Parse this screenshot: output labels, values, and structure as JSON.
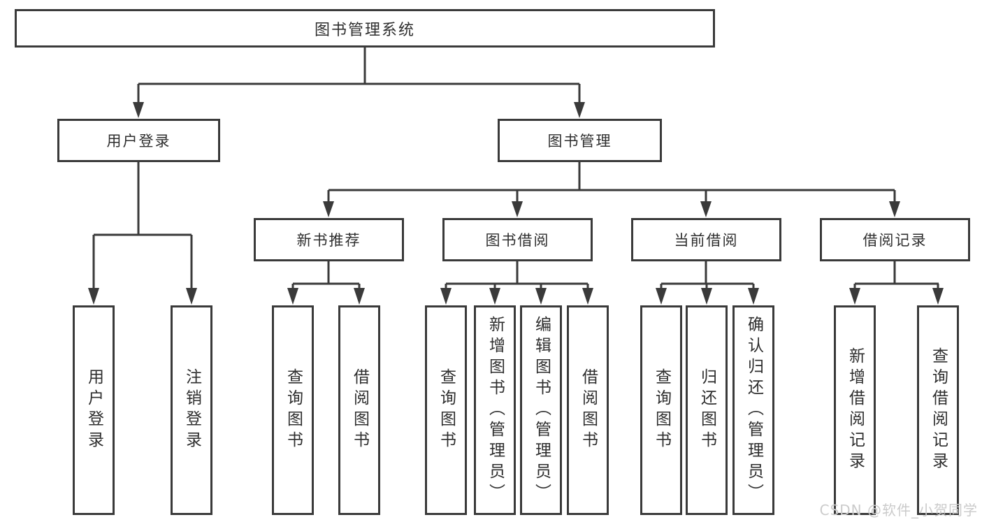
{
  "tree": {
    "root": {
      "label": "图书管理系统"
    },
    "branches": [
      {
        "label": "用户登录",
        "children": [
          {
            "label": "用户登录"
          },
          {
            "label": "注销登录"
          }
        ]
      },
      {
        "label": "图书管理",
        "children": [
          {
            "label": "新书推荐",
            "children": [
              {
                "label": "查询图书"
              },
              {
                "label": "借阅图书"
              }
            ]
          },
          {
            "label": "图书借阅",
            "children": [
              {
                "label": "查询图书"
              },
              {
                "label": "新增图书（管理员）"
              },
              {
                "label": "编辑图书（管理员）"
              },
              {
                "label": "借阅图书"
              }
            ]
          },
          {
            "label": "当前借阅",
            "children": [
              {
                "label": "查询图书"
              },
              {
                "label": "归还图书"
              },
              {
                "label": "确认归还（管理员）"
              }
            ]
          },
          {
            "label": "借阅记录",
            "children": [
              {
                "label": "新增借阅记录"
              },
              {
                "label": "查询借阅记录"
              }
            ]
          }
        ]
      }
    ]
  },
  "watermark": {
    "text": "CSDN @软件_小贺同学"
  },
  "colors": {
    "line": "#3a3a3a",
    "box_border": "#3a3a3a",
    "text": "#2e2e2e",
    "watermark": "#cbcbcb",
    "background": "#ffffff"
  }
}
